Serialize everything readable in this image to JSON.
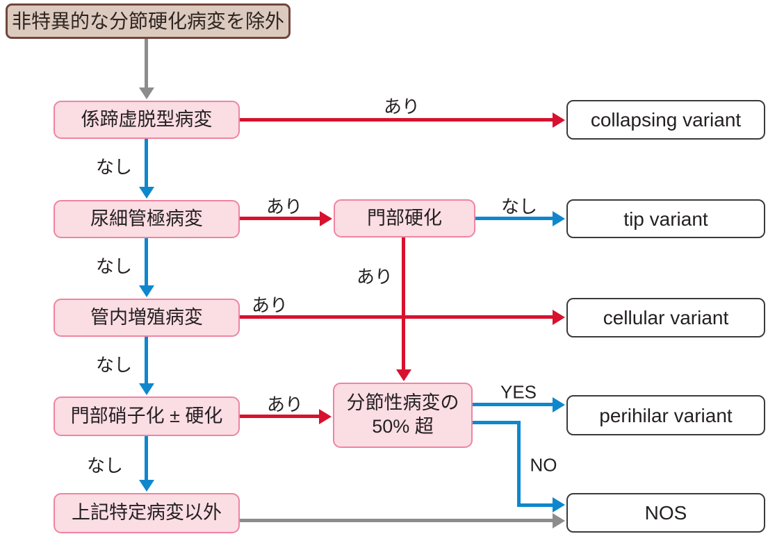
{
  "diagram": {
    "title": "FSGS variant classification flowchart",
    "nodes": {
      "exclude": "非特異的な分節硬化病変を除外",
      "collapse": "係蹄虚脱型病変",
      "tubular_pole": "尿細管極病変",
      "hilar_sclerosis": "門部硬化",
      "endocapillary": "管内増殖病変",
      "hilar_hyalinosis": "門部硝子化 ± 硬化",
      "segmental_50": "分節性病変の\n50% 超",
      "other_lesions": "上記特定病変以外",
      "collapsing_variant": "collapsing variant",
      "tip_variant": "tip variant",
      "cellular_variant": "cellular variant",
      "perihilar_variant": "perihilar variant",
      "nos": "NOS"
    },
    "edge_labels": {
      "collapse_yes": "あり",
      "collapse_no": "なし",
      "tubular_yes": "あり",
      "hilar_no": "なし",
      "hilar_yes": "あり",
      "tubular_no": "なし",
      "endocap_yes": "あり",
      "endocap_no": "なし",
      "hyalinosis_yes": "あり",
      "hyalinosis_no": "なし",
      "seg50_yes": "YES",
      "seg50_no": "NO"
    }
  },
  "colors": {
    "red": "#d7112e",
    "blue": "#0e87cd",
    "gray": "#8c8c8c",
    "pink_fill": "#fbdde4",
    "pink_border": "#ef84a0",
    "tan_fill": "#ddcabf",
    "tan_border": "#70463c",
    "outline": "#3c3a39"
  }
}
